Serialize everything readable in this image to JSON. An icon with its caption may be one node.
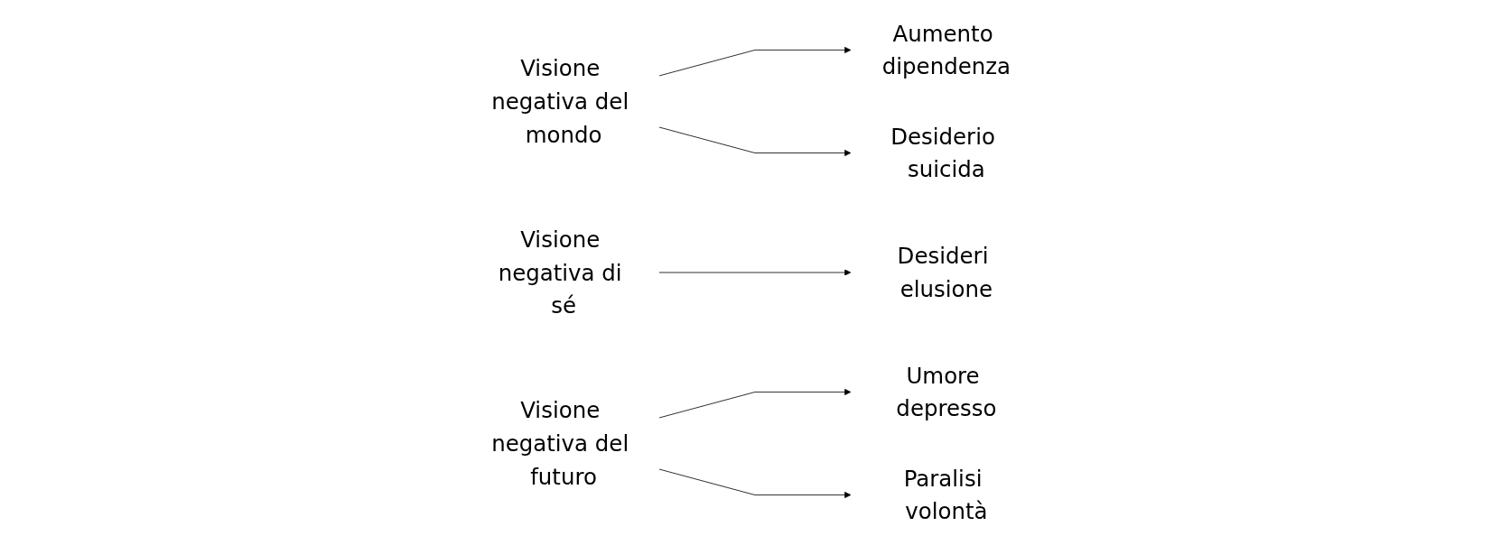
{
  "diagram": {
    "nodes": [
      {
        "text": [
          "Visione negativa del mondo"
        ]
      },
      {
        "text": [
          "Visione negativa di sé"
        ]
      },
      {
        "text": [
          "Visione negativa del futuro"
        ]
      },
      {
        "text": [
          "Umore depresso"
        ]
      },
      {
        "text": [
          "Paralisi volontà"
        ]
      },
      {
        "text": [
          "Desideri elusione"
        ]
      },
      {
        "text": [
          "Desiderio suicida"
        ]
      },
      {
        "text": [
          "Aumento dipendenza"
        ]
      }
    ],
    "edges": [
      {
        "from": 0,
        "to": 7,
        "arrow": "to"
      },
      {
        "from": 0,
        "to": 6,
        "arrow": "to"
      },
      {
        "from": 1,
        "to": 5,
        "arrow": "to"
      },
      {
        "from": 2,
        "to": 3,
        "arrow": "to"
      },
      {
        "from": 2,
        "to": 4,
        "arrow": "to"
      }
    ]
  }
}
